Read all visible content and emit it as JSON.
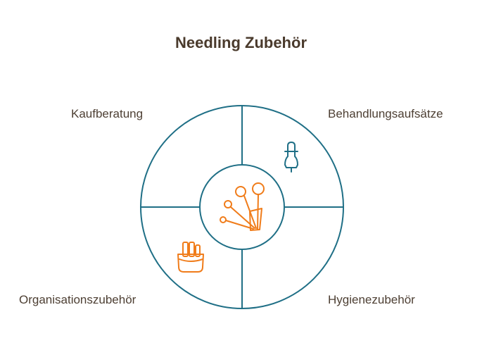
{
  "title": "Needling Zubehör",
  "quadrants": {
    "top_left": {
      "label": "Kaufberatung"
    },
    "top_right": {
      "label": "Behandlungsaufsätze",
      "icon": "needle-cartridge-icon"
    },
    "bottom_left": {
      "label": "Organisationszubehör",
      "icon": "organizer-pocket-icon"
    },
    "bottom_right": {
      "label": "Hygienezubehör"
    }
  },
  "center": {
    "icon": "microneedle-tools-icon"
  },
  "colors": {
    "ring": "#1f6f86",
    "accent": "#f07c1a",
    "title": "#4a3a2c",
    "text": "#4d3f33"
  }
}
